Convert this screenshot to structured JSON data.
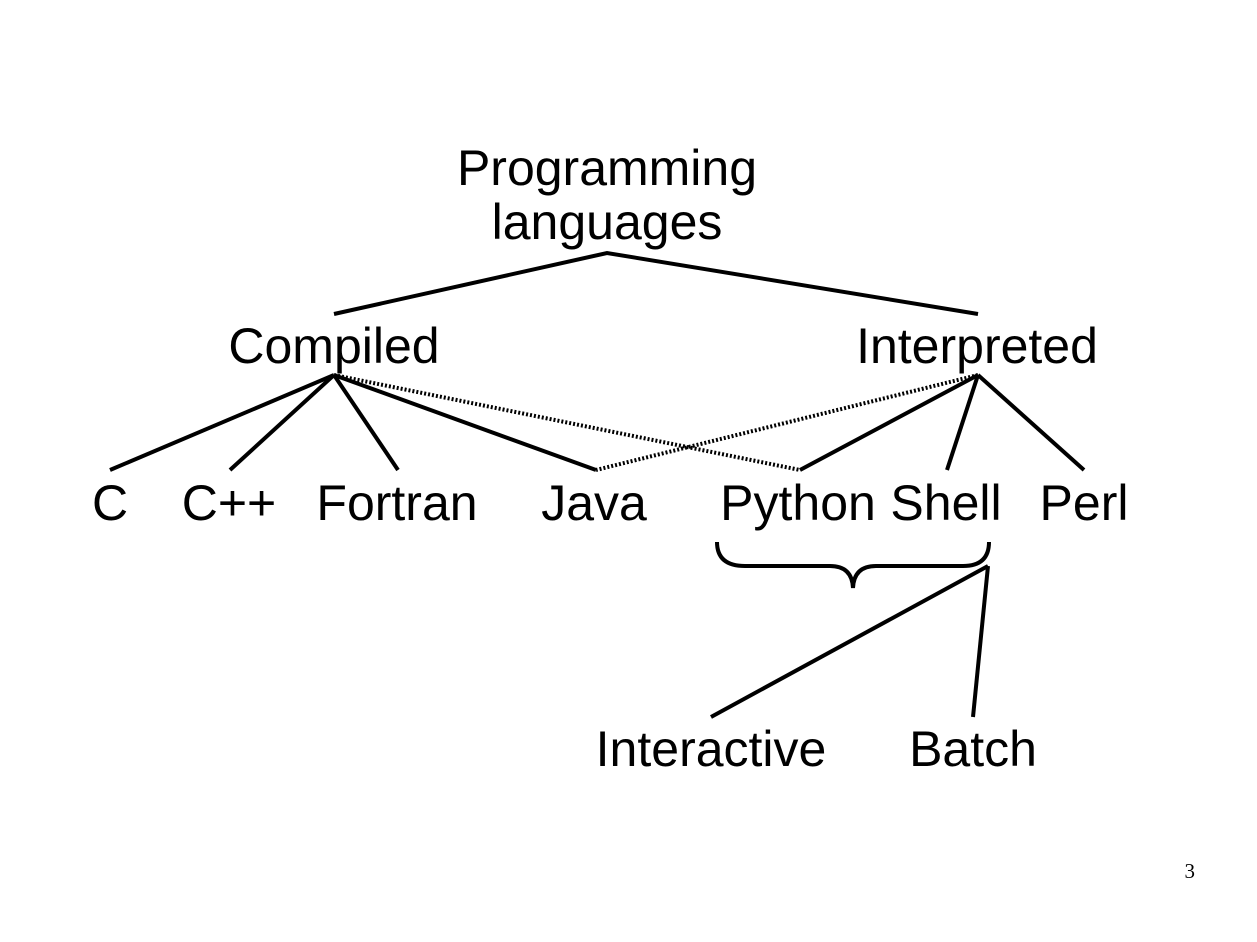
{
  "root": {
    "line1": "Programming",
    "line2": "languages"
  },
  "categories": {
    "compiled": "Compiled",
    "interpreted": "Interpreted"
  },
  "languages": {
    "c": "C",
    "cpp": "C++",
    "fortran": "Fortran",
    "java": "Java",
    "python": "Python",
    "shell": "Shell",
    "perl": "Perl"
  },
  "modes": {
    "interactive": "Interactive",
    "batch": "Batch"
  },
  "page_number": "3"
}
